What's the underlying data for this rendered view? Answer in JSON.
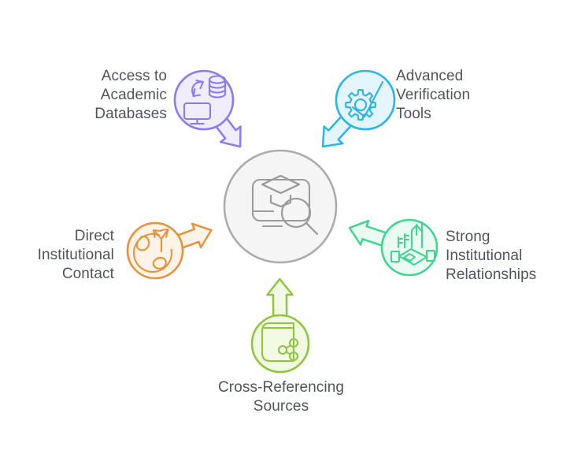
{
  "diagram": {
    "type": "hub-and-spoke",
    "background": "#ffffff",
    "text_color": "#4f545a",
    "center": {
      "icon": "academic-document-search-icon",
      "fill": "#f5f5f6",
      "stroke": "#acacac",
      "icon_stroke": "#9c9c9c"
    },
    "nodes": [
      {
        "id": "academic-databases",
        "label": "Access to\nAcademic\nDatabases",
        "icon": "database-sync-icon",
        "position": "top-left",
        "stroke": "#8b7bf2",
        "fill": "#f0edfe"
      },
      {
        "id": "verification-tools",
        "label": "Advanced\nVerification\nTools",
        "icon": "gear-check-icon",
        "position": "top-right",
        "stroke": "#29b5e8",
        "fill": "#e4f5fd"
      },
      {
        "id": "institutional-contact",
        "label": "Direct\nInstitutional\nContact",
        "icon": "globe-directions-icon",
        "position": "left",
        "stroke": "#e8923c",
        "fill": "#fdf3e7"
      },
      {
        "id": "institutional-relationships",
        "label": "Strong\nInstitutional\nRelationships",
        "icon": "handshake-buildings-icon",
        "position": "right",
        "stroke": "#3fd68f",
        "fill": "#e9fbf2"
      },
      {
        "id": "cross-referencing",
        "label": "Cross-Referencing\nSources",
        "icon": "book-share-icon",
        "position": "bottom",
        "stroke": "#8ec63f",
        "fill": "#f3fae3"
      }
    ]
  }
}
